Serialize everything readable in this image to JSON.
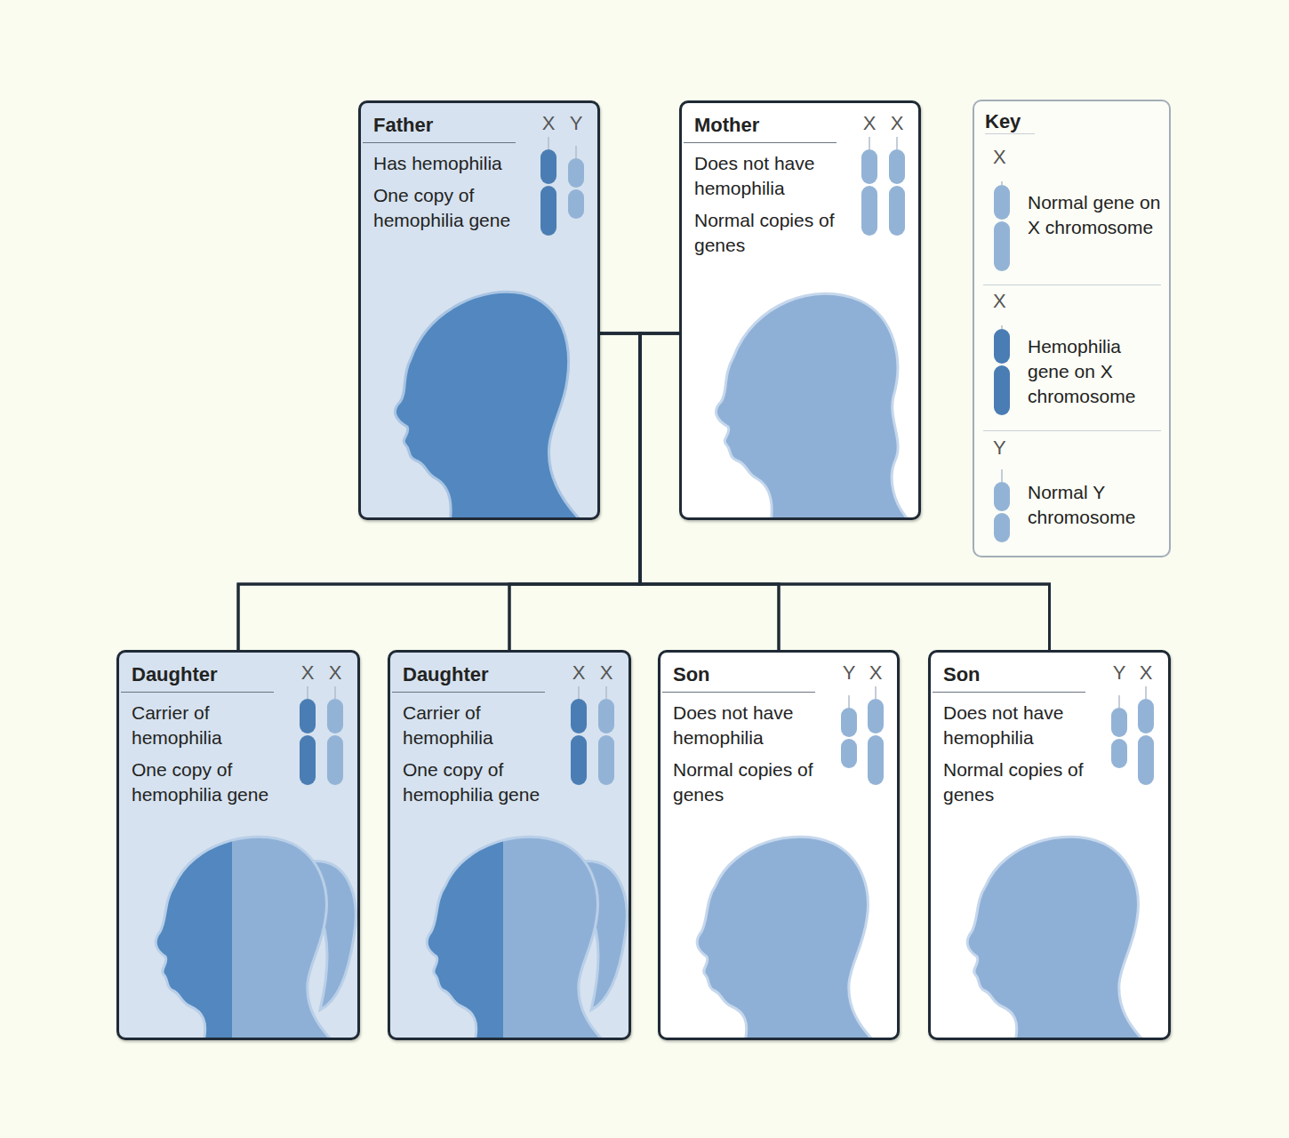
{
  "diagram": {
    "nodes": [
      {
        "text": [
          "Father",
          "X",
          "Y",
          "Has hemophilia",
          "One copy of hemophilia gene"
        ]
      },
      {
        "text": [
          "Mother",
          "X",
          "X",
          "Does not have hemophilia",
          "Normal copies of genes"
        ]
      },
      {
        "text": [
          "Daughter",
          "X",
          "X",
          "Carrier of hemophilia",
          "One copy of hemophilia gene"
        ]
      },
      {
        "text": [
          "Daughter",
          "X",
          "X",
          "Carrier of hemophilia",
          "One copy of hemophilia gene"
        ]
      },
      {
        "text": [
          "Son",
          "Y",
          "X",
          "Does not have hemophilia",
          "Normal copies of genes"
        ]
      },
      {
        "text": [
          "Son",
          "Y",
          "X",
          "Does not have hemophilia",
          "Normal copies of genes"
        ]
      }
    ],
    "edges": [
      {
        "from": 0,
        "to": 2,
        "arrow": "none"
      },
      {
        "from": 0,
        "to": 3,
        "arrow": "none"
      },
      {
        "from": 0,
        "to": 4,
        "arrow": "none"
      },
      {
        "from": 0,
        "to": 5,
        "arrow": "none"
      },
      {
        "from": 1,
        "to": 2,
        "arrow": "none"
      },
      {
        "from": 1,
        "to": 3,
        "arrow": "none"
      },
      {
        "from": 1,
        "to": 4,
        "arrow": "none"
      },
      {
        "from": 1,
        "to": 5,
        "arrow": "none"
      }
    ],
    "labels": [
      "Key",
      "X",
      "X",
      "Y"
    ],
    "legend": [
      {
        "text": "Normal gene on X chromosome",
        "color": "#93b3d6"
      },
      {
        "text": "Hemophilia gene on X chromosome",
        "color": "#4a7db3"
      },
      {
        "text": "Normal Y chromosome",
        "color": "#93b3d6"
      }
    ]
  }
}
